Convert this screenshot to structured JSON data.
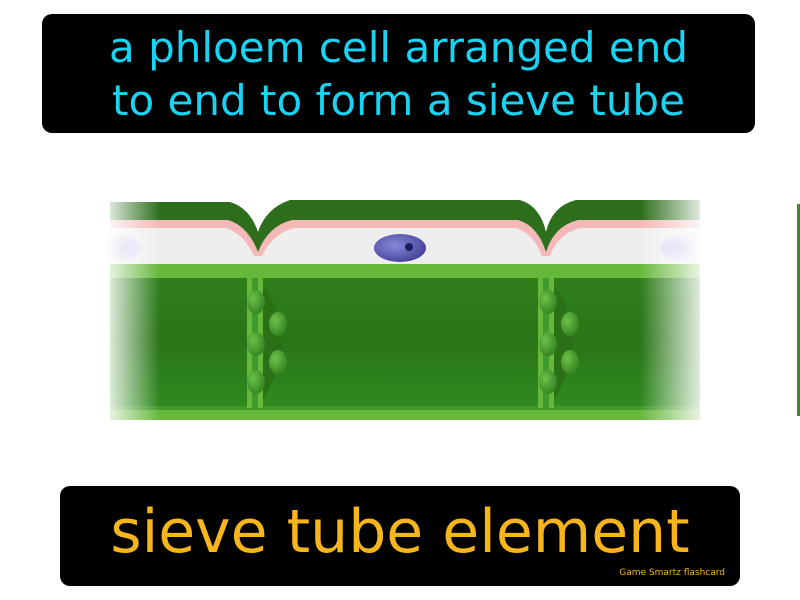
{
  "definition": {
    "lines": [
      "a phloem cell arranged end",
      "to end to form a sieve tube"
    ]
  },
  "term": "sieve tube element",
  "brand": "Game Smartz  flashcard",
  "colors": {
    "definition_text": "#18d3f2",
    "term_text": "#f6b51b",
    "box_background": "#000000",
    "cell_green": "#2f8a1f",
    "cell_wall_light": "#6aba3c",
    "companion_membrane": "#f4b8b8",
    "nucleus": "#4a4aa8"
  },
  "illustration": {
    "icon": "sieve-tube-element-illustration"
  }
}
